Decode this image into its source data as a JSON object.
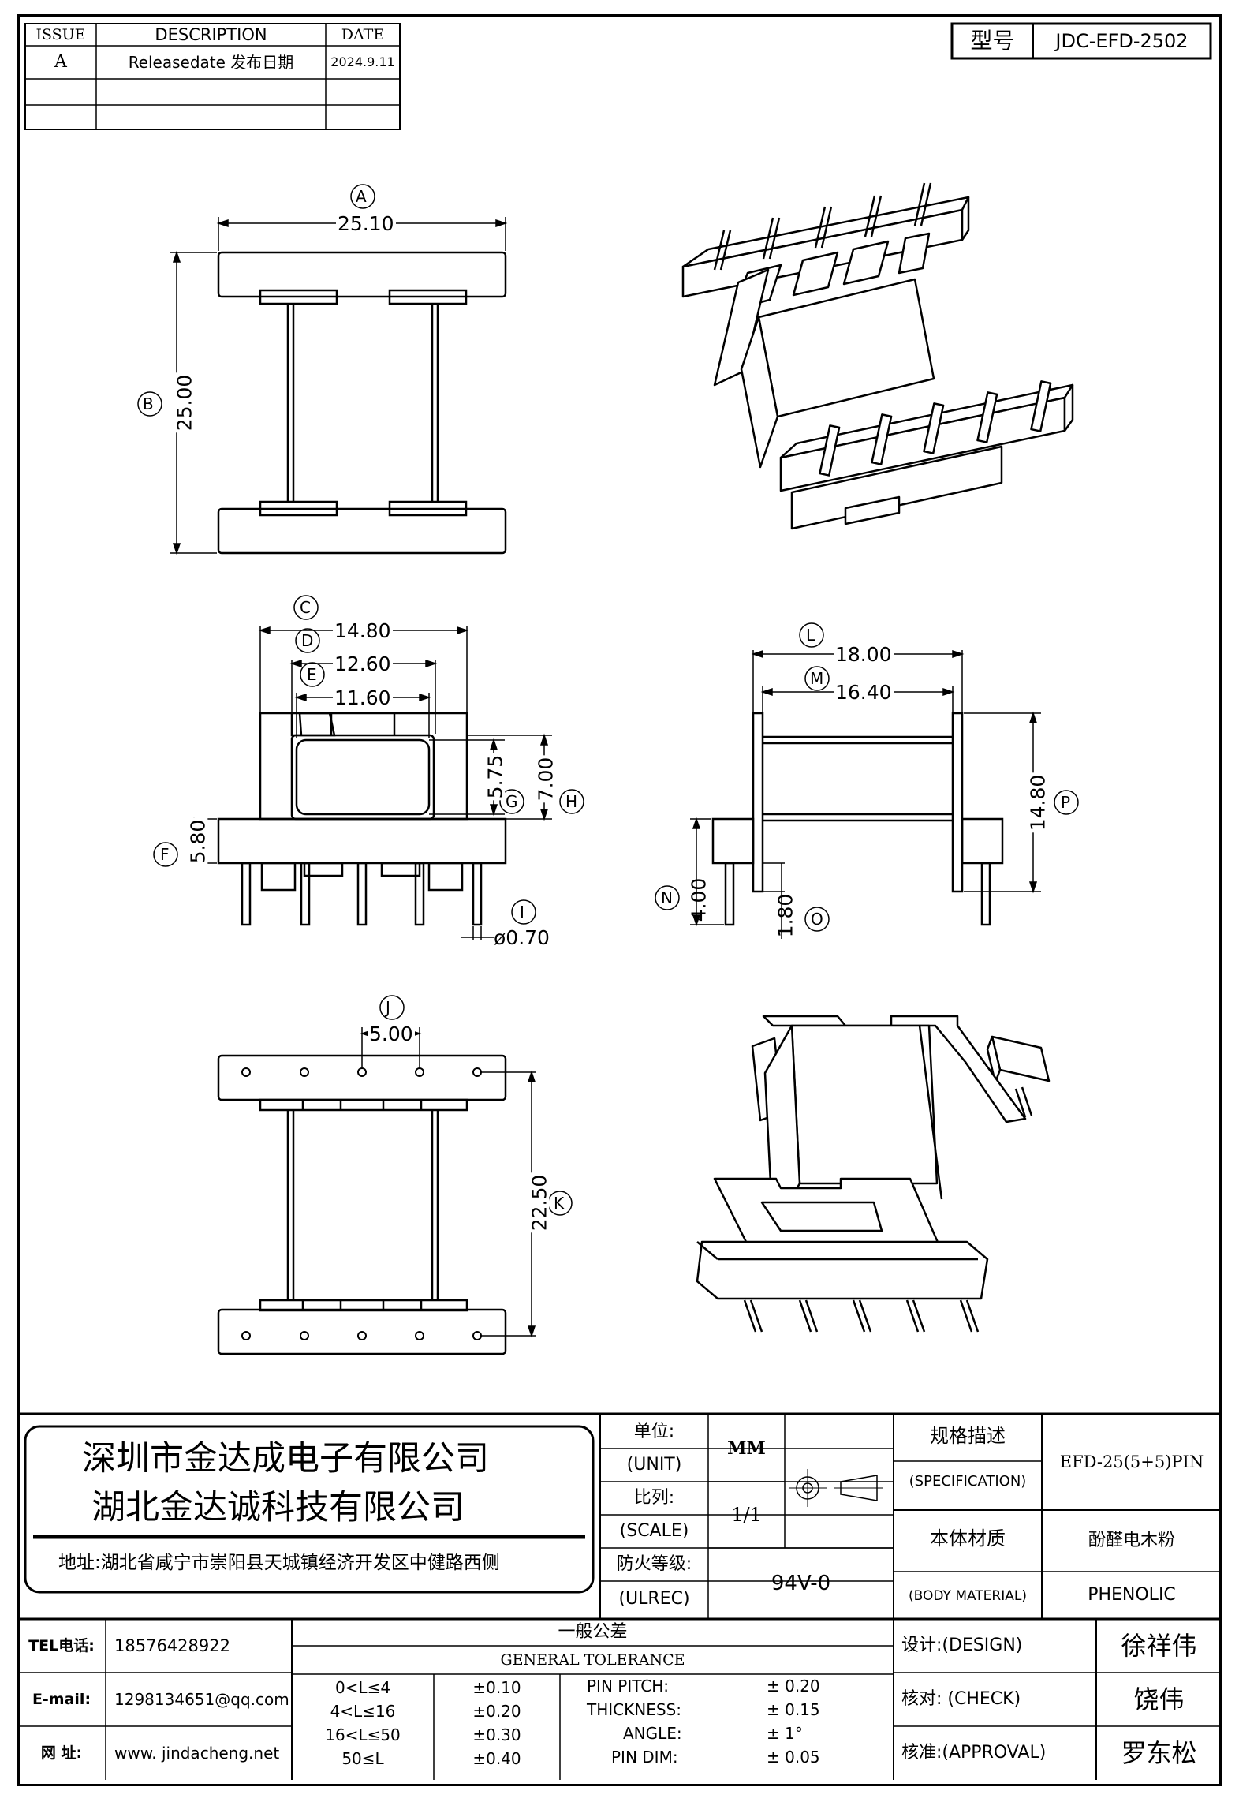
{
  "revision_table": {
    "headers": [
      "ISSUE",
      "DESCRIPTION",
      "DATE"
    ],
    "rows": [
      {
        "issue": "A",
        "description": "Releasedate 发布日期",
        "date": "2024.9.11"
      }
    ]
  },
  "model": {
    "label": "型号",
    "value": "JDC-EFD-2502"
  },
  "dimensions": {
    "A": {
      "letter": "A",
      "value": "25.10"
    },
    "B": {
      "letter": "B",
      "value": "25.00"
    },
    "C": {
      "letter": "C",
      "value": "14.80"
    },
    "D": {
      "letter": "D",
      "value": "12.60"
    },
    "E": {
      "letter": "E",
      "value": "11.60"
    },
    "F": {
      "letter": "F",
      "value": "5.80"
    },
    "G": {
      "letter": "G",
      "value": "5.75"
    },
    "H": {
      "letter": "H",
      "value": "7.00"
    },
    "I": {
      "letter": "I",
      "value": "ø0.70"
    },
    "J": {
      "letter": "J",
      "value": "5.00"
    },
    "K": {
      "letter": "K",
      "value": "22.50"
    },
    "L": {
      "letter": "L",
      "value": "18.00"
    },
    "M": {
      "letter": "M",
      "value": "16.40"
    },
    "N": {
      "letter": "N",
      "value": "4.00"
    },
    "O": {
      "letter": "O",
      "value": "1.80"
    },
    "P": {
      "letter": "P",
      "value": "14.80"
    }
  },
  "title_block": {
    "company_1": "深圳市金达成电子有限公司",
    "company_2": "湖北金达诚科技有限公司",
    "address": "地址:湖北省咸宁市崇阳县天城镇经济开发区中健路西侧",
    "unit_label": "单位:",
    "unit_label_en": "(UNIT)",
    "unit_value": "MM",
    "scale_label": "比列:",
    "scale_label_en": "(SCALE)",
    "scale_value": "1/1",
    "fire_label": "防火等级:",
    "fire_label_en": "(ULREC)",
    "fire_value": "94V-0",
    "spec_label": "规格描述",
    "spec_label_en": "(SPECIFICATION)",
    "spec_value": "EFD-25(5+5)PIN",
    "material_label": "本体材质",
    "material_label_en": "(BODY MATERIAL)",
    "material_value_cn": "酚醛电木粉",
    "material_value_en": "PHENOLIC",
    "tel_label": "TEL电话:",
    "tel_value": "18576428922",
    "email_label": "E-mail:",
    "email_value": "1298134651@qq.com",
    "web_label": "网  址:",
    "web_value": "www. jindacheng.net",
    "tolerance_title_cn": "一般公差",
    "tolerance_title_en": "GENERAL  TOLERANCE",
    "tolerance_rows": [
      {
        "range": "0<L≤4",
        "tol": "±0.10",
        "item": "PIN PITCH:",
        "item_tol": "±  0.20"
      },
      {
        "range": "4<L≤16",
        "tol": "±0.20",
        "item": "THICKNESS:",
        "item_tol": "±  0.15"
      },
      {
        "range": "16<L≤50",
        "tol": "±0.30",
        "item": "ANGLE:",
        "item_tol": "±  1°"
      },
      {
        "range": "50≤L",
        "tol": "±0.40",
        "item": "PIN DIM:",
        "item_tol": "±  0.05"
      }
    ],
    "design_label": "设计:(DESIGN)",
    "design_name": "徐祥伟",
    "check_label": "核对: (CHECK)",
    "check_name": "饶伟",
    "approval_label": "核准:(APPROVAL)",
    "approval_name": "罗东松"
  }
}
